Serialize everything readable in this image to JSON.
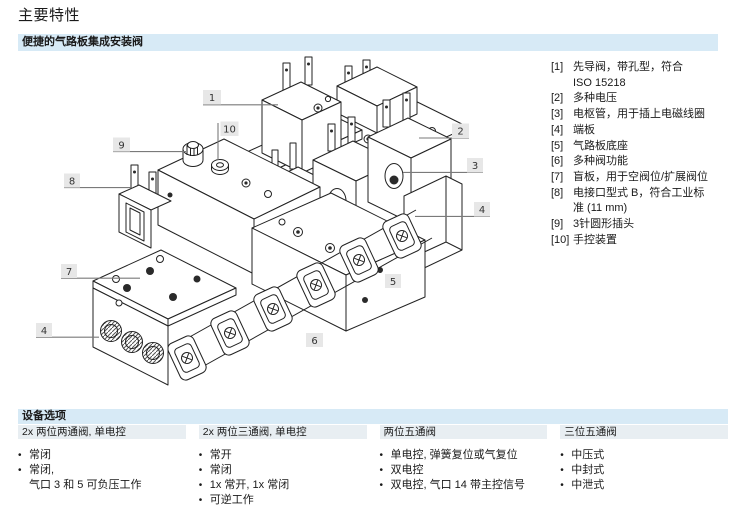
{
  "page": {
    "title": "主要特性"
  },
  "feature_banner": {
    "title": "便捷的气路板集成安装阀"
  },
  "colors": {
    "banner_bg": "#d7eaf6",
    "column_header_bg": "#e8eef2",
    "callout_bg": "#e7e7e7",
    "leader_line": "#7a7a7a",
    "line_art": "#222222"
  },
  "figure": {
    "callouts": [
      {
        "n": "1"
      },
      {
        "n": "2"
      },
      {
        "n": "3"
      },
      {
        "n": "4"
      },
      {
        "n": "5"
      },
      {
        "n": "6"
      },
      {
        "n": "7"
      },
      {
        "n": "8"
      },
      {
        "n": "9"
      },
      {
        "n": "10"
      },
      {
        "n": "4"
      }
    ],
    "legend": [
      {
        "ref": "[1]",
        "text": "先导阀，带孔型，符合\nISO 15218"
      },
      {
        "ref": "[2]",
        "text": "多种电压"
      },
      {
        "ref": "[3]",
        "text": "电枢管，用于插上电磁线圈"
      },
      {
        "ref": "[4]",
        "text": "端板"
      },
      {
        "ref": "[5]",
        "text": "气路板底座"
      },
      {
        "ref": "[6]",
        "text": "多种阀功能"
      },
      {
        "ref": "[7]",
        "text": "盲板，用于空阀位/扩展阀位"
      },
      {
        "ref": "[8]",
        "text": "电接口型式 B，符合工业标\n准 (11 mm)"
      },
      {
        "ref": "[9]",
        "text": "3针圆形插头"
      },
      {
        "ref": "[10]",
        "text": "手控装置"
      }
    ]
  },
  "options": {
    "title": "设备选项",
    "columns": [
      {
        "header": "2x 两位两通阀, 单电控",
        "items": [
          "常闭",
          "常闭,\n气口 3 和 5 可负压工作"
        ]
      },
      {
        "header": "2x 两位三通阀, 单电控",
        "items": [
          "常开",
          "常闭",
          "1x 常开, 1x 常闭",
          "可逆工作"
        ]
      },
      {
        "header": "两位五通阀",
        "items": [
          "单电控, 弹簧复位或气复位",
          "双电控",
          "双电控, 气口 14 带主控信号"
        ]
      },
      {
        "header": "三位五通阀",
        "items": [
          "中压式",
          "中封式",
          "中泄式"
        ]
      }
    ]
  }
}
